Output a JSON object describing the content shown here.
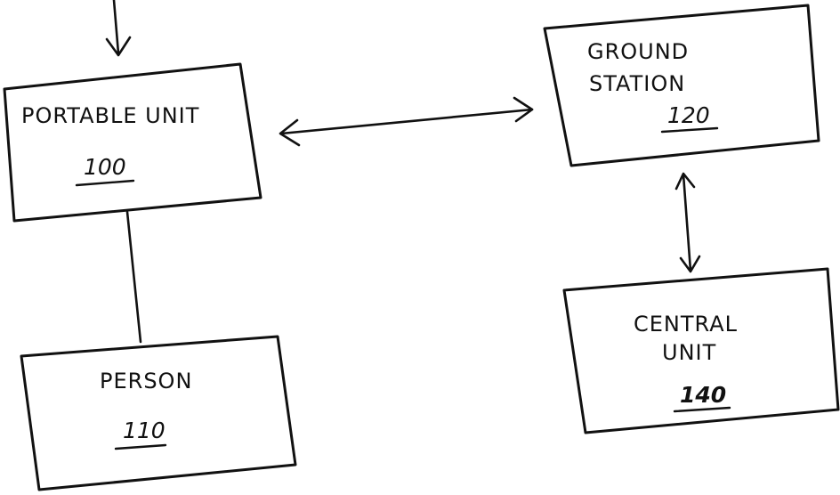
{
  "nodes": {
    "portable_unit": {
      "line1": "PORTABLE UNIT",
      "ref": "100"
    },
    "person": {
      "line1": "PERSON",
      "ref": "110"
    },
    "ground_station": {
      "line1": "GROUND",
      "line2": "STATION",
      "ref": "120"
    },
    "central_unit": {
      "line1": "CENTRAL",
      "line2": "UNIT",
      "ref": "140"
    }
  },
  "edges": [
    {
      "from": "external input",
      "to": "portable_unit",
      "type": "arrow"
    },
    {
      "from": "portable_unit",
      "to": "ground_station",
      "type": "bidirectional arrow"
    },
    {
      "from": "portable_unit",
      "to": "person",
      "type": "line"
    },
    {
      "from": "ground_station",
      "to": "central_unit",
      "type": "bidirectional arrow"
    }
  ]
}
